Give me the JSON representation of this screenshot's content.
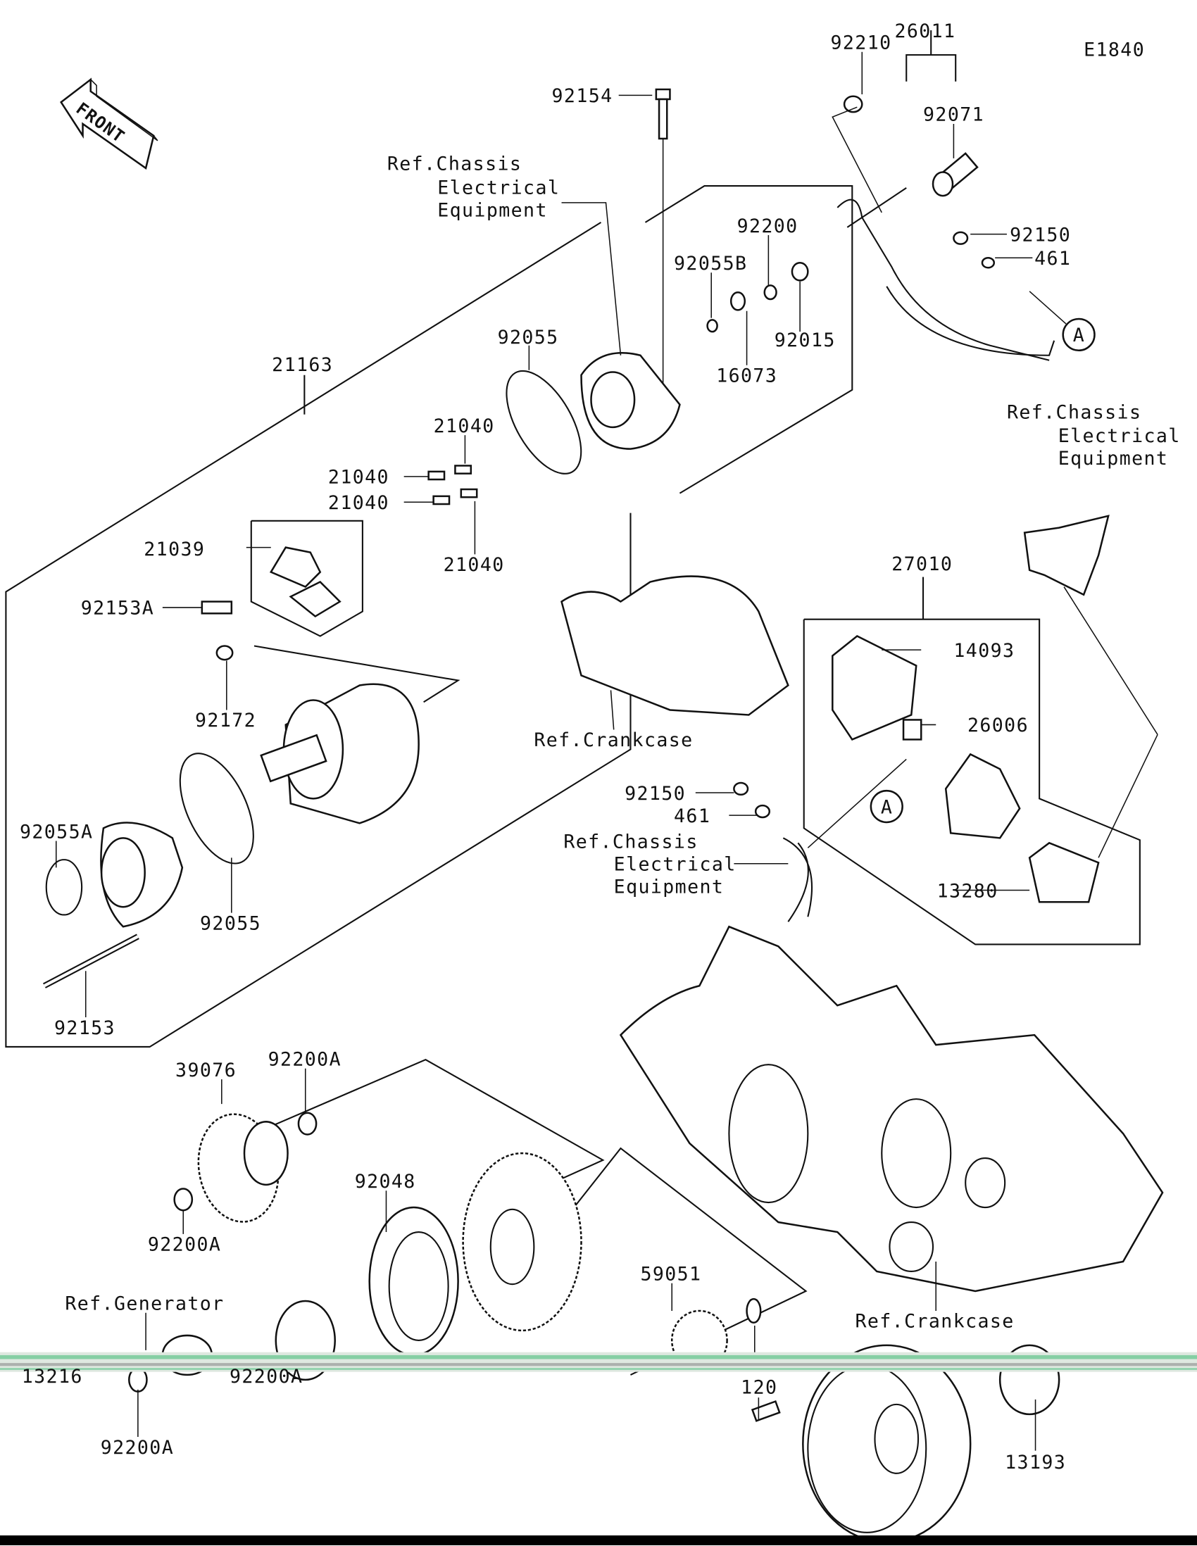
{
  "diagram_code": "E1840",
  "front_logo": "FRONT",
  "callout_marker": "A",
  "labels": [
    "92210",
    "26011",
    "92071",
    "92154",
    "92200",
    "92055B",
    "92150",
    "461",
    "92015",
    "16073",
    "92055",
    "21163",
    "21040",
    "21040",
    "21040",
    "21040",
    "21039",
    "92153A",
    "92172",
    "27010",
    "14093",
    "26006",
    "13280",
    "92150",
    "461",
    "92055A",
    "92055",
    "92153",
    "39076",
    "92200A",
    "92200A",
    "92048",
    "59051",
    "13216",
    "92200A",
    "92200A",
    "120",
    "13193"
  ],
  "references": [
    {
      "lines": [
        "Ref.Chassis",
        "Electrical",
        "Equipment"
      ]
    },
    {
      "lines": [
        "Ref.Chassis",
        "Electrical",
        "Equipment"
      ]
    },
    {
      "lines": [
        "Ref.Chassis",
        "Electrical",
        "Equipment"
      ]
    },
    {
      "lines": [
        "Ref.Crankcase"
      ]
    },
    {
      "lines": [
        "Ref.Crankcase"
      ]
    },
    {
      "lines": [
        "Ref.Generator"
      ]
    }
  ],
  "colors": {
    "line": "#111111",
    "background": "#ffffff",
    "noise_band": "#5fc48a",
    "bottom_bar": "#000000"
  }
}
